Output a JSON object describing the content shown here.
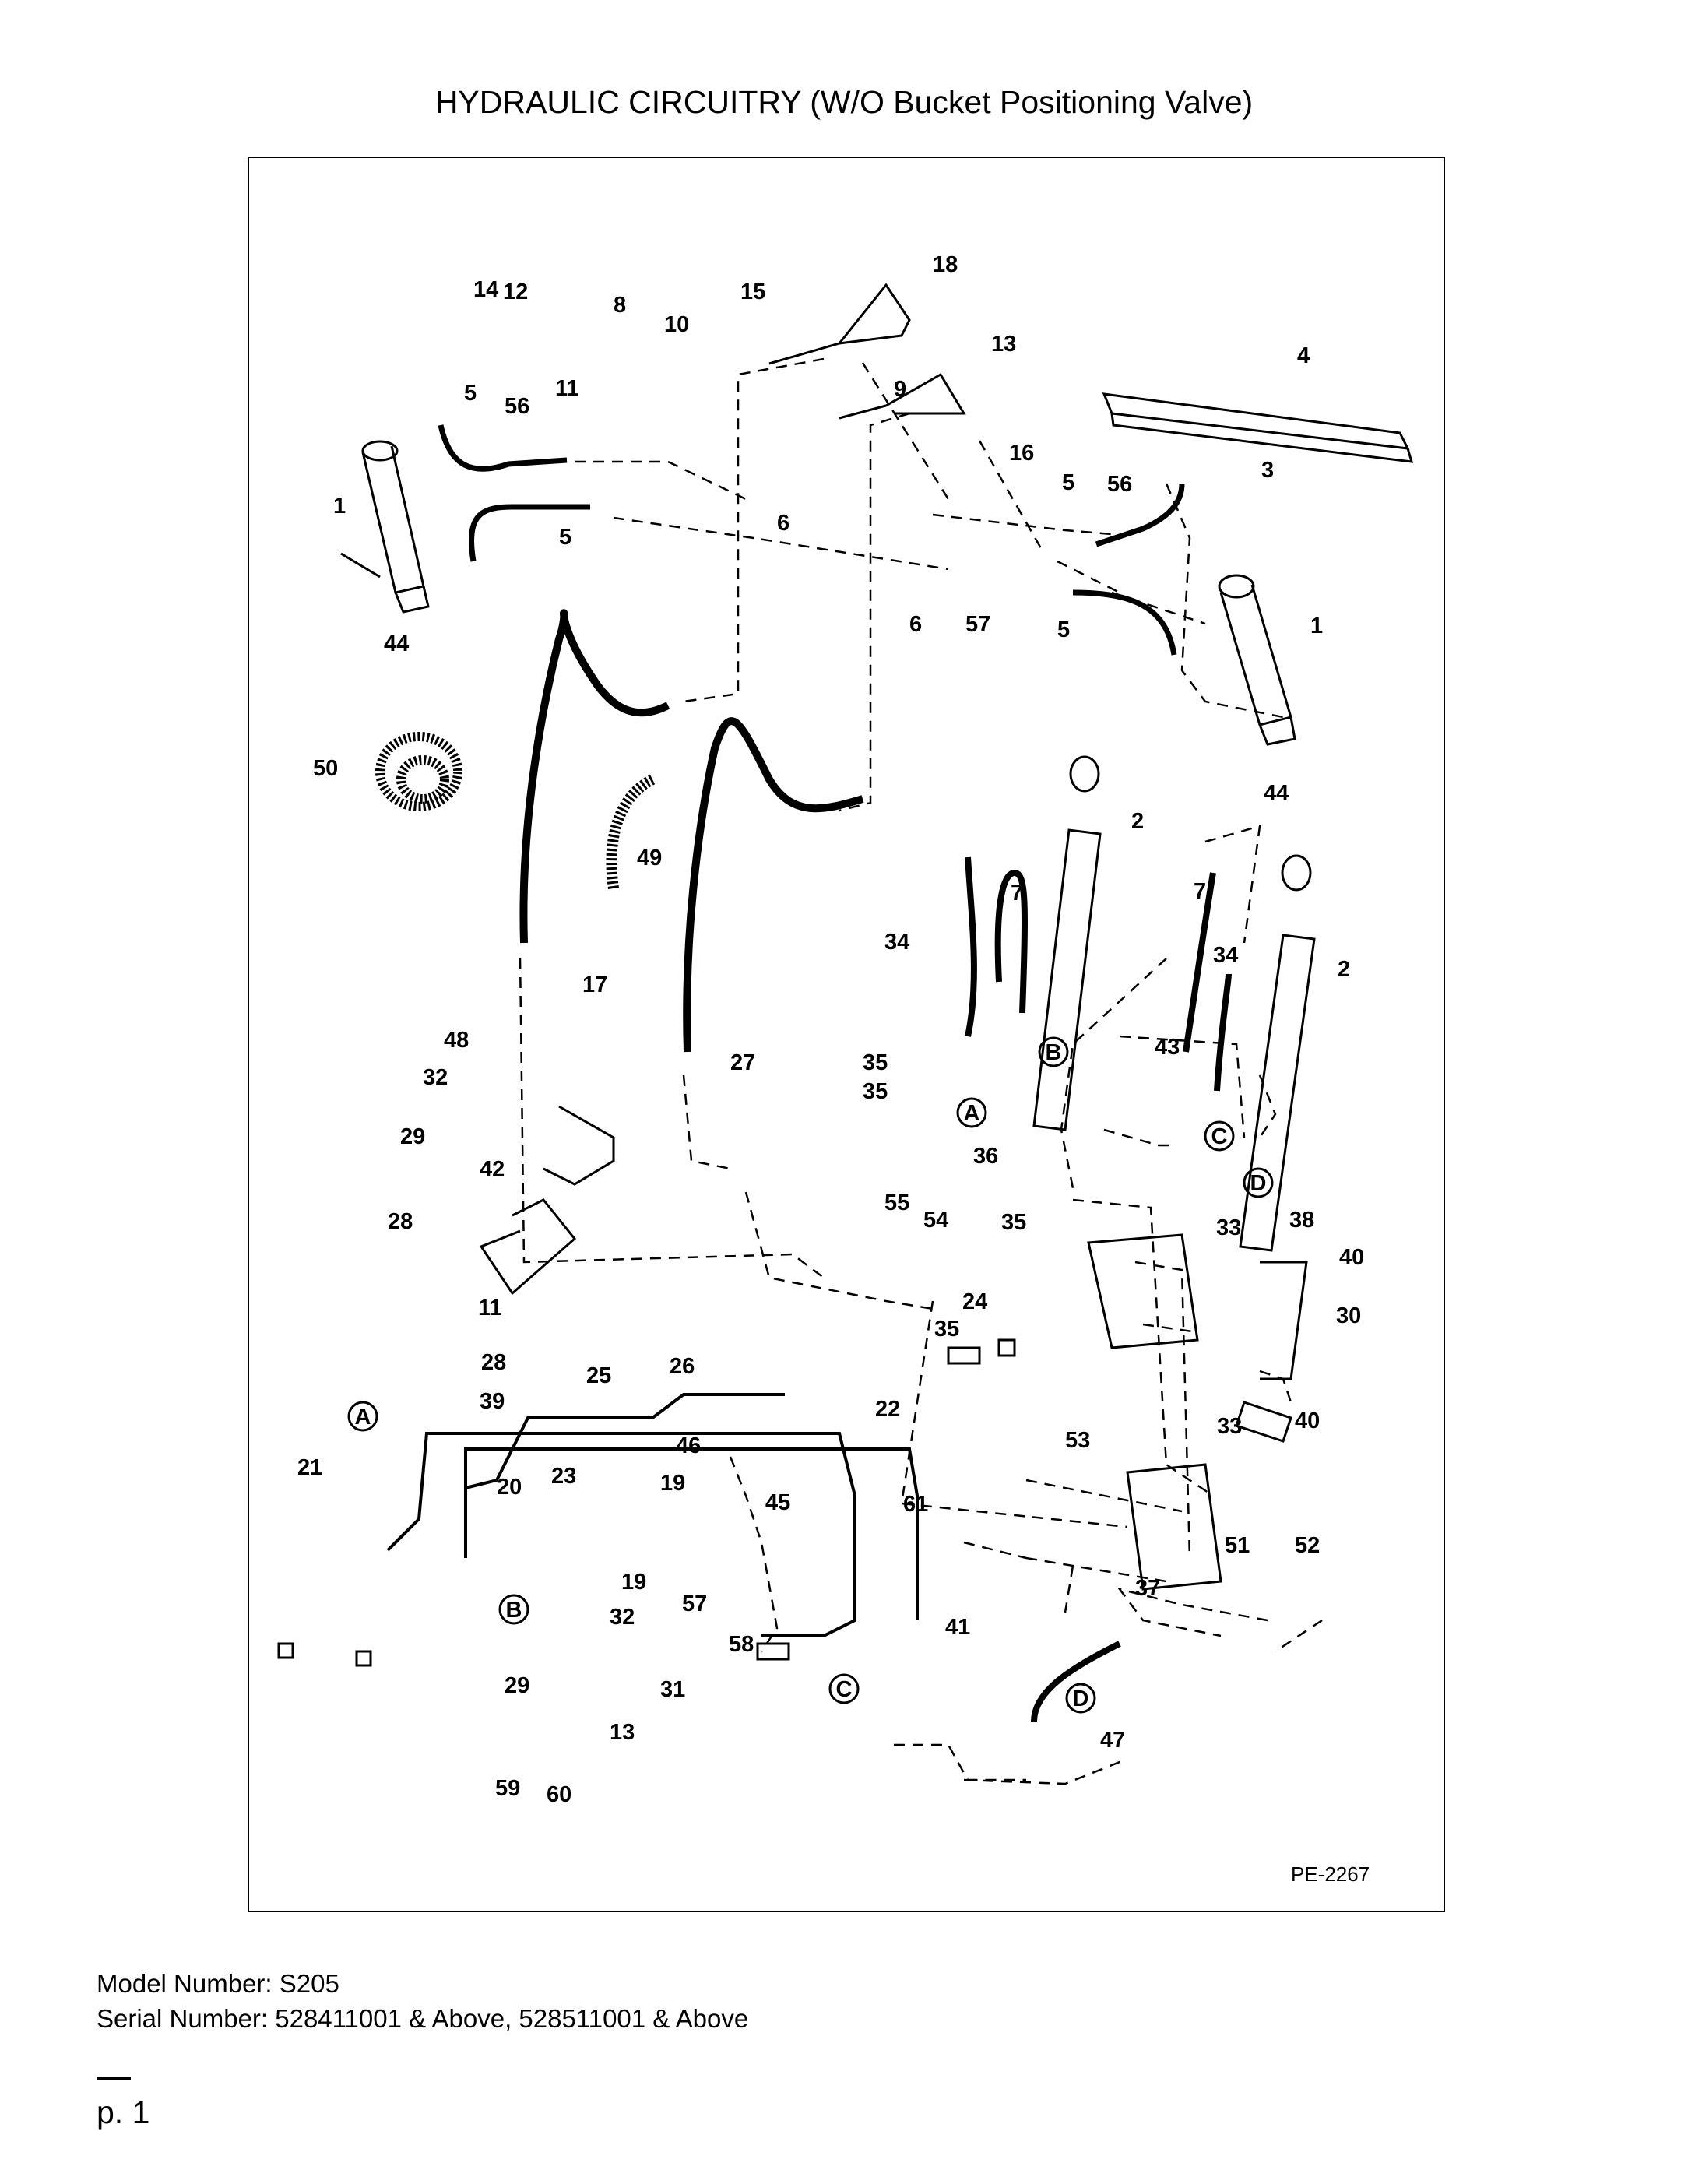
{
  "title": "HYDRAULIC CIRCUITRY (W/O Bucket Positioning Valve)",
  "figure_code": "PE-2267",
  "callouts": [
    "14",
    "12",
    "8",
    "10",
    "11",
    "5",
    "56",
    "1",
    "5",
    "44",
    "15",
    "18",
    "13",
    "9",
    "16",
    "4",
    "3",
    "6",
    "6",
    "57",
    "5",
    "56",
    "5",
    "1",
    "44",
    "50",
    "49",
    "17",
    "2",
    "7",
    "34",
    "35",
    "2",
    "7",
    "34",
    "43",
    "48",
    "32",
    "29",
    "42",
    "28",
    "11",
    "28",
    "39",
    "27",
    "35",
    "55",
    "54",
    "36",
    "35",
    "24",
    "26",
    "35",
    "22",
    "33",
    "38",
    "40",
    "30",
    "33",
    "40",
    "25",
    "21",
    "46",
    "19",
    "23",
    "20",
    "45",
    "53",
    "61",
    "51",
    "52",
    "37",
    "19",
    "32",
    "57",
    "58",
    "29",
    "31",
    "13",
    "59",
    "60",
    "41",
    "47"
  ],
  "connector_labels": [
    "A",
    "B",
    "C",
    "D",
    "A",
    "B",
    "C",
    "D"
  ],
  "footer": {
    "model": "Model Number: S205",
    "serial": "Serial Number: 528411001 & Above, 528511001 & Above"
  },
  "page": "p. 1"
}
